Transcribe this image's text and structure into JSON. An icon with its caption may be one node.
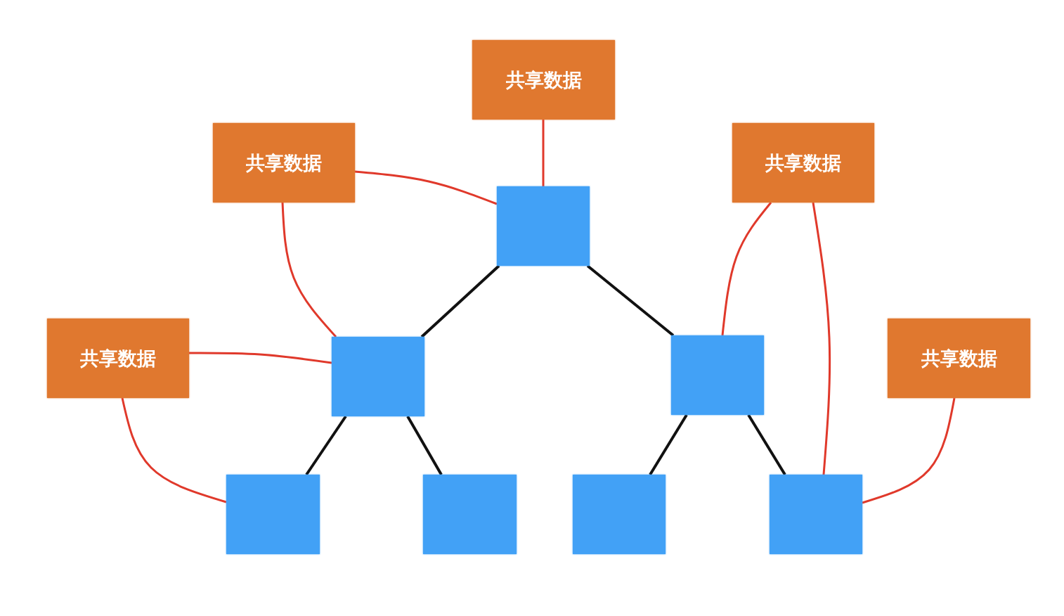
{
  "diagram": {
    "nodes": [
      {
        "text": [
          "共享数据"
        ]
      },
      {
        "text": [
          "共享数据"
        ]
      },
      {
        "text": [
          "共享数据"
        ]
      },
      {
        "text": [],
        "shape": "box"
      },
      {
        "text": [
          "共享数据"
        ]
      },
      {
        "text": [
          "共享数据"
        ]
      },
      {
        "text": [],
        "shape": "box"
      },
      {
        "text": [],
        "shape": "box"
      },
      {
        "text": [],
        "shape": "box"
      },
      {
        "text": [],
        "shape": "box"
      },
      {
        "text": [],
        "shape": "box"
      },
      {
        "text": [],
        "shape": "box"
      }
    ],
    "edges": [
      {
        "from": 0,
        "to": 3,
        "arrow": "none"
      },
      {
        "from": 1,
        "to": 3,
        "arrow": "none"
      },
      {
        "from": 1,
        "to": 6,
        "arrow": "none"
      },
      {
        "from": 4,
        "to": 6,
        "arrow": "none"
      },
      {
        "from": 4,
        "to": 8,
        "arrow": "none"
      },
      {
        "from": 2,
        "to": 7,
        "arrow": "none"
      },
      {
        "from": 2,
        "to": 11,
        "arrow": "none"
      },
      {
        "from": 5,
        "to": 11,
        "arrow": "none"
      },
      {
        "from": 3,
        "to": 6,
        "arrow": "none",
        "color": "#111111"
      },
      {
        "from": 3,
        "to": 7,
        "arrow": "none",
        "color": "#111111"
      },
      {
        "from": 6,
        "to": 8,
        "arrow": "none",
        "color": "#111111"
      },
      {
        "from": 6,
        "to": 9,
        "arrow": "none",
        "color": "#111111"
      },
      {
        "from": 7,
        "to": 10,
        "arrow": "none",
        "color": "#111111"
      },
      {
        "from": 7,
        "to": 11,
        "arrow": "none",
        "color": "#111111"
      }
    ]
  }
}
